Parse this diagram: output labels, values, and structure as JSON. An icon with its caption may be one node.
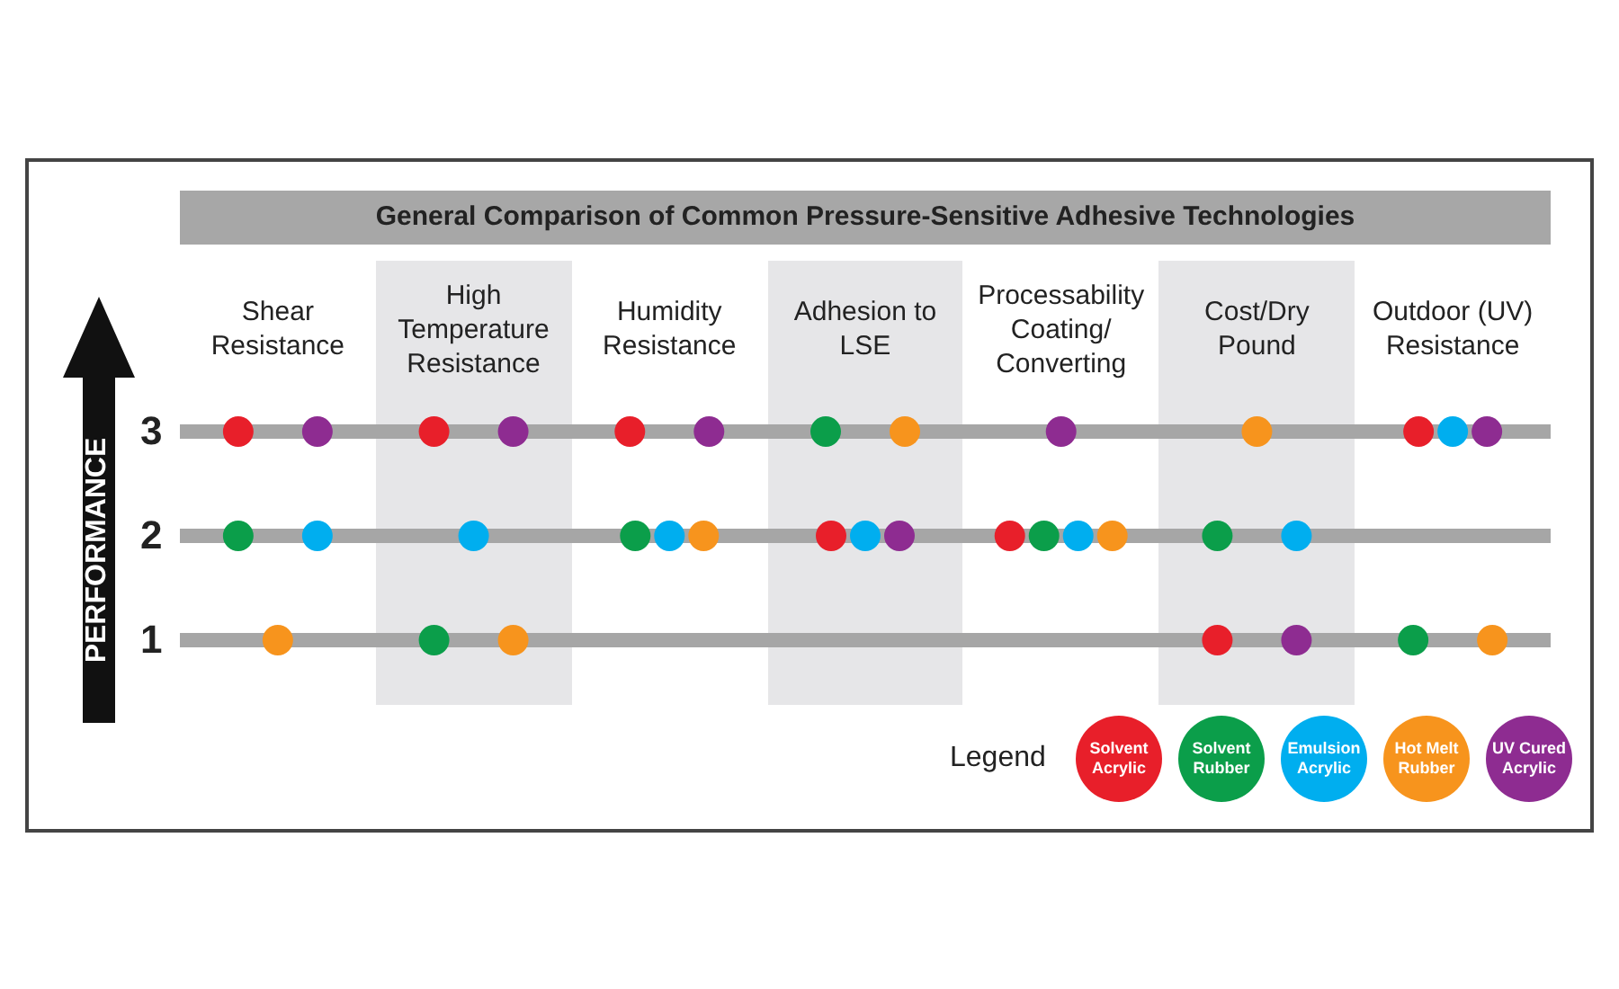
{
  "diagram": {
    "title": "General Comparison of Common Pressure-Sensitive Adhesive Technologies",
    "labels": [
      "Legend"
    ],
    "legend": [
      {
        "text": "Solvent Acrylic",
        "color": "#e81f2a"
      },
      {
        "text": "Solvent Rubber",
        "color": "#0b9e4a"
      },
      {
        "text": "Emulsion Acrylic",
        "color": "#00aeef"
      },
      {
        "text": "Hot Melt Rubber",
        "color": "#f7941d"
      },
      {
        "text": "UV Cured Acrylic",
        "color": "#8e2c91"
      }
    ],
    "chart_data": {
      "type": "scatter",
      "ylabel": "PERFORMANCE",
      "categories": [
        "Shear Resistance",
        "High Temperature Resistance",
        "Humidity Resistance",
        "Adhesion to LSE",
        "Processability Coating/ Converting",
        "Cost/Dry Pound",
        "Outdoor (UV) Resistance"
      ],
      "yticks": [
        1,
        2,
        3
      ],
      "ylim": [
        1,
        3
      ],
      "series": [
        {
          "color": "#e81f2a",
          "values": [
            3,
            3,
            3,
            2,
            2,
            1,
            3
          ]
        },
        {
          "color": "#0b9e4a",
          "values": [
            2,
            1,
            2,
            3,
            2,
            2,
            1
          ]
        },
        {
          "color": "#00aeef",
          "values": [
            2,
            2,
            2,
            2,
            2,
            2,
            3
          ]
        },
        {
          "color": "#f7941d",
          "values": [
            1,
            1,
            2,
            3,
            2,
            3,
            1
          ]
        },
        {
          "color": "#8e2c91",
          "values": [
            3,
            3,
            3,
            2,
            3,
            1,
            3
          ]
        }
      ]
    }
  }
}
